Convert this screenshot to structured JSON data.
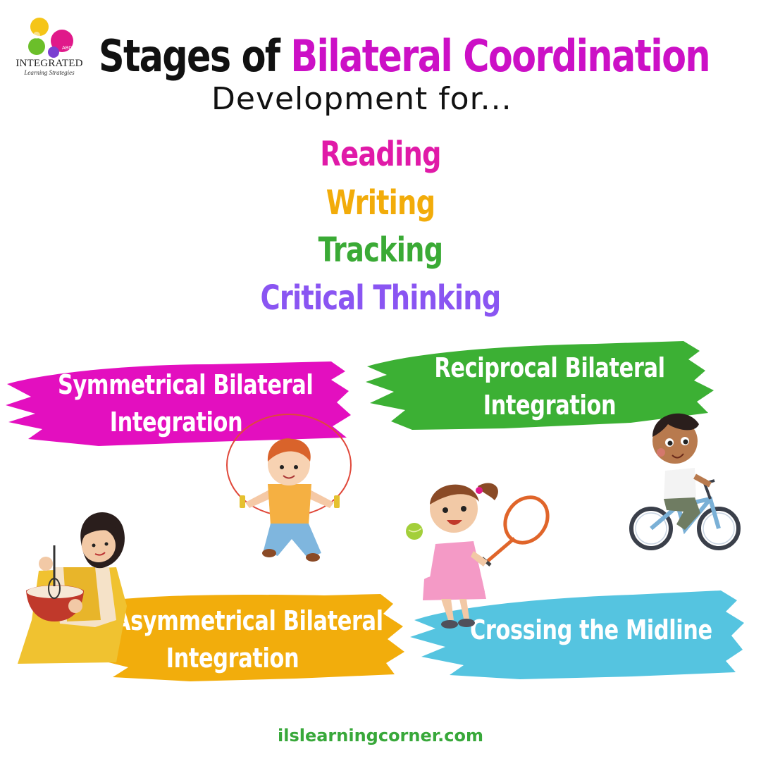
{
  "logo": {
    "word": "INTEGRATED",
    "sub": "Learning Strategies",
    "badge": "ABC",
    "colors": [
      "#f5c518",
      "#e0198a",
      "#6bbf2a",
      "#7a3fd1"
    ]
  },
  "title": {
    "part1": "Stages of ",
    "part2": "Bilateral Coordination",
    "subtitle": "Development for..."
  },
  "skills": [
    {
      "label": "Reading",
      "color": "#e01aa8"
    },
    {
      "label": "Writing",
      "color": "#f2ac0a"
    },
    {
      "label": "Tracking",
      "color": "#3aaa35"
    },
    {
      "label": "Critical Thinking",
      "color": "#8a55f2"
    }
  ],
  "stages": [
    {
      "line1": "Symmetrical Bilateral",
      "line2": "Integration",
      "color": "#e30fbf"
    },
    {
      "line1": "Reciprocal Bilateral",
      "line2": "Integration",
      "color": "#3cb034"
    },
    {
      "line1": "Asymmetrical Bilateral",
      "line2": "Integration",
      "color": "#f2ad0c"
    },
    {
      "line1": "Crossing the Midline",
      "line2": "",
      "color": "#55c4e0"
    }
  ],
  "footer": "ilslearningcorner.com"
}
